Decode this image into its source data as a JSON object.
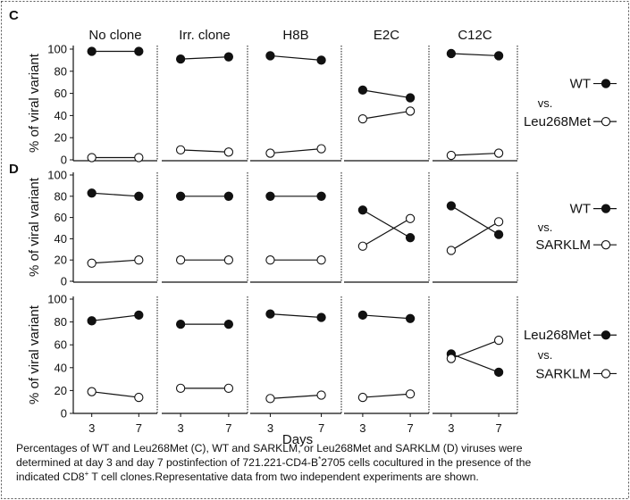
{
  "chart_data": [
    {
      "type": "line",
      "panel_label": "C",
      "ylabel": "% of viral variant",
      "ylim": [
        0,
        100
      ],
      "yticks": [
        0,
        20,
        40,
        60,
        80,
        100
      ],
      "x": [
        3,
        7
      ],
      "subplots": [
        {
          "title": "No clone",
          "series": [
            {
              "name": "WT",
              "values": [
                98,
                98
              ]
            },
            {
              "name": "Leu268Met",
              "values": [
                2,
                2
              ]
            }
          ]
        },
        {
          "title": "Irr. clone",
          "series": [
            {
              "name": "WT",
              "values": [
                91,
                93
              ]
            },
            {
              "name": "Leu268Met",
              "values": [
                9,
                7
              ]
            }
          ]
        },
        {
          "title": "H8B",
          "series": [
            {
              "name": "WT",
              "values": [
                94,
                90
              ]
            },
            {
              "name": "Leu268Met",
              "values": [
                6,
                10
              ]
            }
          ]
        },
        {
          "title": "E2C",
          "series": [
            {
              "name": "WT",
              "values": [
                63,
                56
              ]
            },
            {
              "name": "Leu268Met",
              "values": [
                37,
                44
              ]
            }
          ]
        },
        {
          "title": "C12C",
          "series": [
            {
              "name": "WT",
              "values": [
                96,
                94
              ]
            },
            {
              "name": "Leu268Met",
              "values": [
                4,
                6
              ]
            }
          ]
        }
      ],
      "legend": {
        "top": "WT",
        "vs": "vs.",
        "bottom": "Leu268Met",
        "placement": "right"
      }
    },
    {
      "type": "line",
      "panel_label": "D",
      "ylabel": "% of viral variant",
      "ylim": [
        0,
        100
      ],
      "yticks": [
        0,
        20,
        40,
        60,
        80,
        100
      ],
      "x": [
        3,
        7
      ],
      "subplots": [
        {
          "series": [
            {
              "name": "WT",
              "values": [
                83,
                80
              ]
            },
            {
              "name": "SARKLM",
              "values": [
                17,
                20
              ]
            }
          ]
        },
        {
          "series": [
            {
              "name": "WT",
              "values": [
                80,
                80
              ]
            },
            {
              "name": "SARKLM",
              "values": [
                20,
                20
              ]
            }
          ]
        },
        {
          "series": [
            {
              "name": "WT",
              "values": [
                80,
                80
              ]
            },
            {
              "name": "SARKLM",
              "values": [
                20,
                20
              ]
            }
          ]
        },
        {
          "series": [
            {
              "name": "WT",
              "values": [
                67,
                41
              ]
            },
            {
              "name": "SARKLM",
              "values": [
                33,
                59
              ]
            }
          ]
        },
        {
          "series": [
            {
              "name": "WT",
              "values": [
                71,
                44
              ]
            },
            {
              "name": "SARKLM",
              "values": [
                29,
                56
              ]
            }
          ]
        }
      ],
      "legend": {
        "top": "WT",
        "vs": "vs.",
        "bottom": "SARKLM",
        "placement": "right"
      }
    },
    {
      "type": "line",
      "ylabel": "% of viral variant",
      "ylim": [
        0,
        100
      ],
      "yticks": [
        0,
        20,
        40,
        60,
        80,
        100
      ],
      "x": [
        3,
        7
      ],
      "xlabel": "Days",
      "xticks": [
        3,
        7
      ],
      "subplots": [
        {
          "series": [
            {
              "name": "Leu268Met",
              "values": [
                81,
                86
              ]
            },
            {
              "name": "SARKLM",
              "values": [
                19,
                14
              ]
            }
          ]
        },
        {
          "series": [
            {
              "name": "Leu268Met",
              "values": [
                78,
                78
              ]
            },
            {
              "name": "SARKLM",
              "values": [
                22,
                22
              ]
            }
          ]
        },
        {
          "series": [
            {
              "name": "Leu268Met",
              "values": [
                87,
                84
              ]
            },
            {
              "name": "SARKLM",
              "values": [
                13,
                16
              ]
            }
          ]
        },
        {
          "series": [
            {
              "name": "Leu268Met",
              "values": [
                86,
                83
              ]
            },
            {
              "name": "SARKLM",
              "values": [
                14,
                17
              ]
            }
          ]
        },
        {
          "series": [
            {
              "name": "Leu268Met",
              "values": [
                52,
                36
              ]
            },
            {
              "name": "SARKLM",
              "values": [
                48,
                64
              ]
            }
          ]
        }
      ],
      "legend": {
        "top": "Leu268Met",
        "vs": "vs.",
        "bottom": "SARKLM",
        "placement": "right"
      }
    }
  ],
  "caption": {
    "line1": "Percentages of WT and Leu268Met (C), WT and SARKLM, or Leu268Met and SARKLM (D) viruses were",
    "line2a": "determined at day 3 and day 7 postinfection of 721.221-CD4-B",
    "line2sup": "*",
    "line2b": "2705 cells cocultured in the presence of the",
    "line3a": "indicated CD8",
    "line3sup": "+",
    "line3b": " T cell clones.Representative data from two independent experiments are shown."
  },
  "colors": {
    "filled_marker": "#111111",
    "open_marker": "#ffffff",
    "line": "#111111",
    "frame": "#555555"
  }
}
